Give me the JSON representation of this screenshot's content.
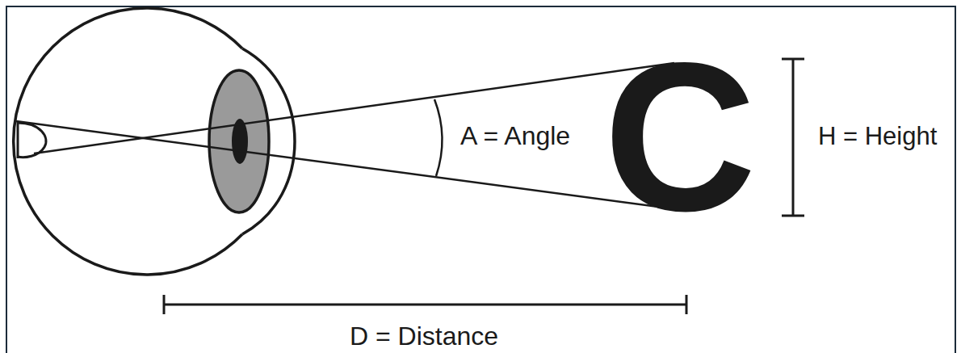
{
  "diagram": {
    "labels": [
      "A = Angle",
      "C",
      "H = Height",
      "D = Distance"
    ]
  }
}
